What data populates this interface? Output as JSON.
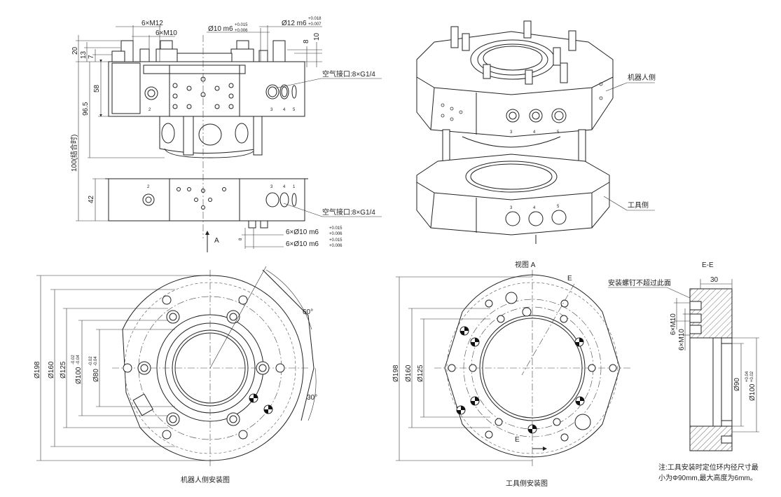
{
  "front_view": {
    "dim_6xM12": "6×M12",
    "dim_6xM10": "6×M10",
    "dim_phi10_m6": "Ø10 m6",
    "tol_phi10_upper": "+0.015",
    "tol_phi10_lower": "+0.006",
    "dim_phi12_m6": "Ø12 m6",
    "tol_phi12_upper": "+0.018",
    "tol_phi12_lower": "+0.007",
    "dim_8": "8",
    "dim_10": "10",
    "dim_20": "20",
    "dim_13": "13",
    "dim_7": "7",
    "dim_58": "58",
    "dim_96_5": "96.5",
    "dim_100_combined": "100(结合时)",
    "dim_42": "42",
    "air_port_label_top": "空气接口:8×G1/4",
    "air_port_label_bottom": "空气接口:8×G1/4",
    "pin_dim_1": "6×Ø10 m6",
    "pin_dim_1_upper": "+0.015",
    "pin_dim_1_lower": "+0.006",
    "pin_dim_2": "6×Ø10 m6",
    "pin_dim_2_upper": "+0.015",
    "pin_dim_2_lower": "+0.006",
    "dim_8_bottom": "8",
    "view_arrow_label": "A",
    "port_numbers": [
      "2",
      "3",
      "4",
      "5",
      "2",
      "3",
      "4",
      "1"
    ]
  },
  "iso_view": {
    "robot_side_label": "机器人侧",
    "tool_side_label": "工具侧",
    "port_numbers_top": [
      "3",
      "4",
      "5"
    ],
    "port_numbers_bottom": [
      "3",
      "4",
      "5"
    ]
  },
  "robot_side_view": {
    "caption": "机器人侧安装图",
    "dim_198": "Ø198",
    "dim_160": "Ø160",
    "dim_125": "Ø125",
    "dim_100": "Ø100",
    "tol_100_upper": "-0.02",
    "tol_100_lower": "-0.04",
    "dim_80": "Ø80",
    "tol_80_upper": "-0.02",
    "tol_80_lower": "-0.04",
    "angle_60": "60°",
    "angle_30": "30°"
  },
  "tool_side_view": {
    "view_label": "视图 A",
    "caption": "工具侧安装图",
    "dim_198": "Ø198",
    "dim_160": "Ø160",
    "dim_125": "Ø125",
    "section_mark_top": "E",
    "section_mark_bottom": "E"
  },
  "section_view": {
    "title": "E-E",
    "dim_30": "30",
    "screw_note": "安装螺钉不超过此面",
    "dim_m10_a": "6×M10",
    "dim_m10_b": "6×M10",
    "dim_90": "Ø90",
    "dim_100": "Ø100",
    "tol_100_upper": "+0.04",
    "tol_100_lower": "+0.02",
    "note_line1": "注:工具安装时定位环内径尺寸最",
    "note_line2": "小为Φ90mm,最大高度为6mm。"
  }
}
